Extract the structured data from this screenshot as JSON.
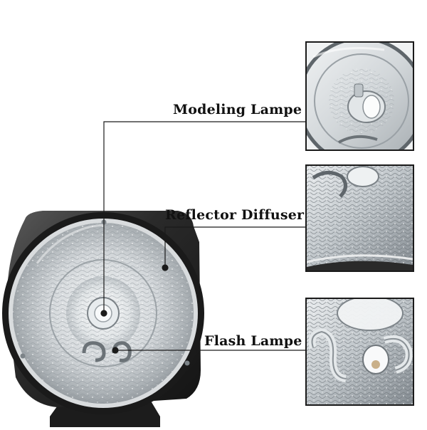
{
  "callouts": [
    {
      "id": "modeling",
      "label": "Modeling Lampe"
    },
    {
      "id": "reflector",
      "label": "Reflector Diffuser"
    },
    {
      "id": "flash",
      "label": "Flash Lampe"
    }
  ],
  "colors": {
    "background": "#ffffff",
    "leader_line": "#1a1a1a",
    "housing": "#2a2a2a",
    "reflector_silver": "#c9cdd0",
    "label_text": "#111111"
  }
}
